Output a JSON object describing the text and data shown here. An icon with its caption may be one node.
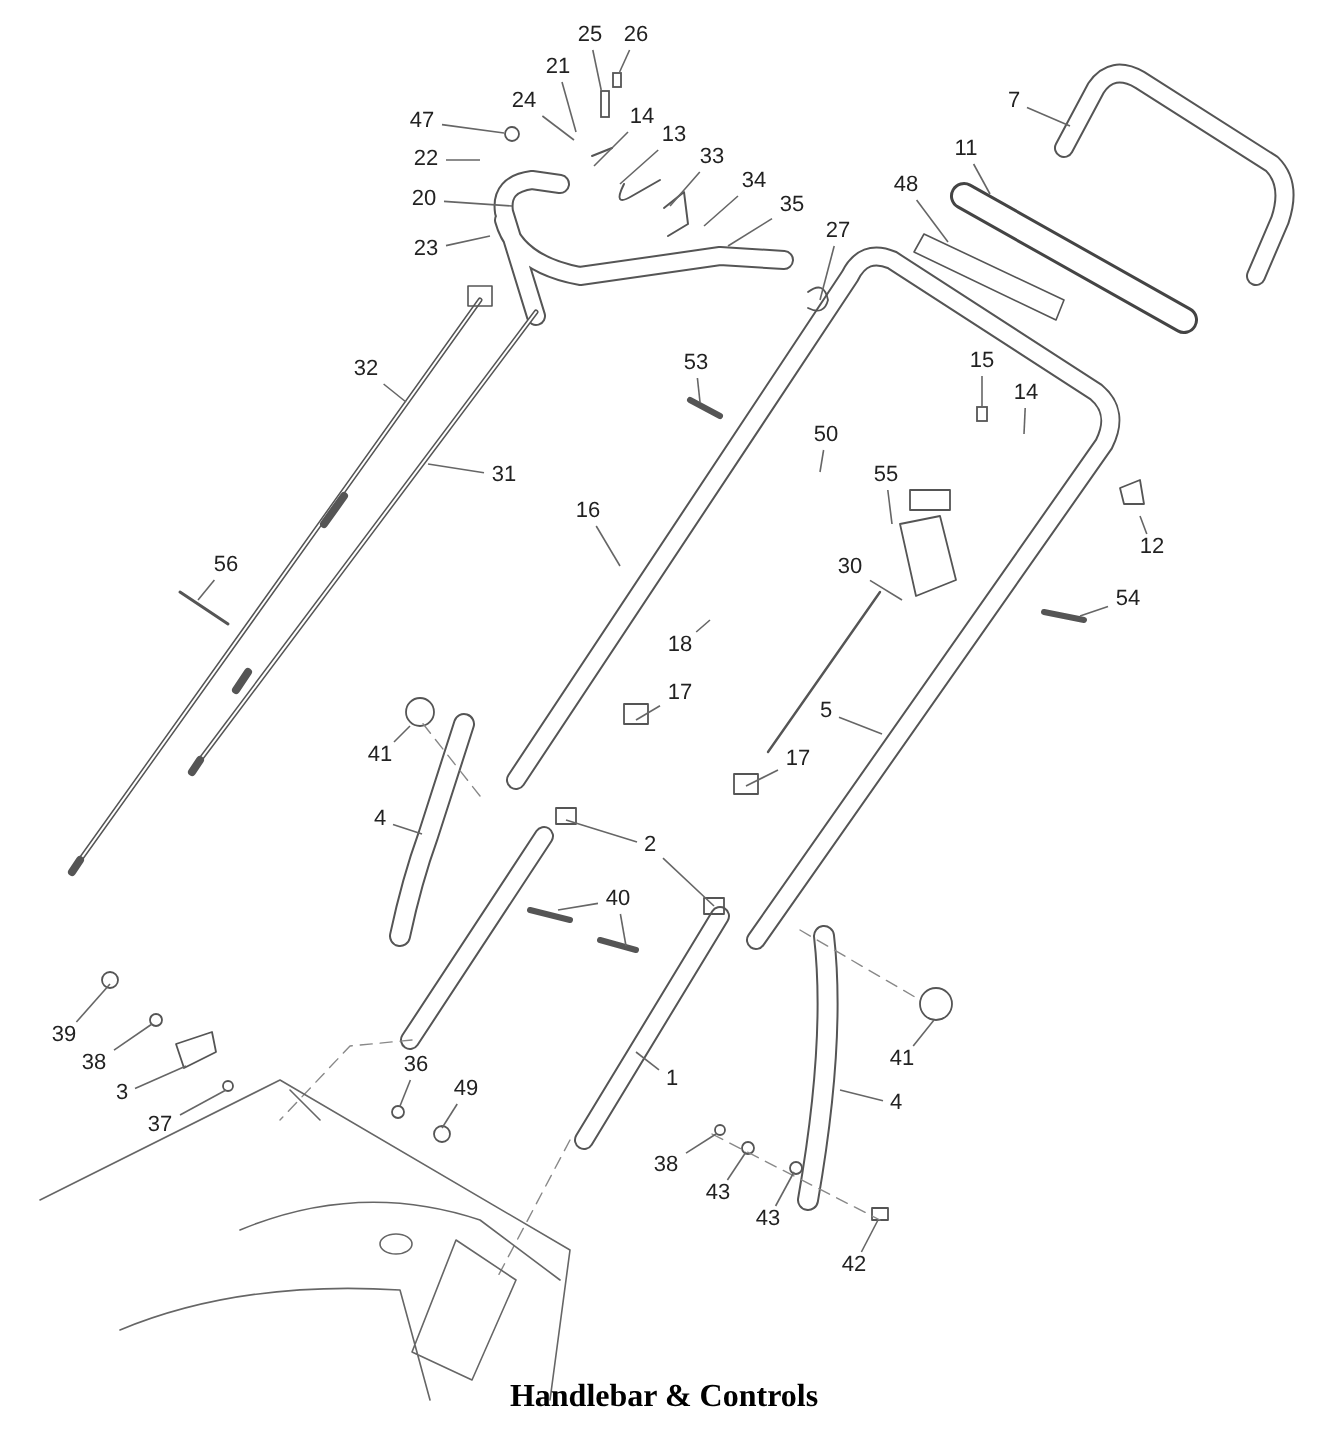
{
  "diagram": {
    "caption": "Handlebar & Controls",
    "nodes": [
      {
        "text": [
          "25"
        ]
      },
      {
        "text": [
          "26"
        ]
      },
      {
        "text": [
          "21"
        ]
      },
      {
        "text": [
          "24"
        ]
      },
      {
        "text": [
          "47"
        ]
      },
      {
        "text": [
          "14"
        ]
      },
      {
        "text": [
          "22"
        ]
      },
      {
        "text": [
          "13"
        ]
      },
      {
        "text": [
          "33"
        ]
      },
      {
        "text": [
          "20"
        ]
      },
      {
        "text": [
          "34"
        ]
      },
      {
        "text": [
          "35"
        ]
      },
      {
        "text": [
          "23"
        ]
      },
      {
        "text": [
          "27"
        ]
      },
      {
        "text": [
          "7"
        ]
      },
      {
        "text": [
          "11"
        ]
      },
      {
        "text": [
          "48"
        ]
      },
      {
        "text": [
          "53"
        ]
      },
      {
        "text": [
          "50"
        ]
      },
      {
        "text": [
          "15"
        ]
      },
      {
        "text": [
          "14"
        ]
      },
      {
        "text": [
          "12"
        ]
      },
      {
        "text": [
          "55"
        ]
      },
      {
        "text": [
          "30"
        ]
      },
      {
        "text": [
          "54"
        ]
      },
      {
        "text": [
          "32"
        ]
      },
      {
        "text": [
          "31"
        ]
      },
      {
        "text": [
          "16"
        ]
      },
      {
        "text": [
          "56"
        ]
      },
      {
        "text": [
          "18"
        ]
      },
      {
        "text": [
          "17"
        ]
      },
      {
        "text": [
          "5"
        ]
      },
      {
        "text": [
          "41"
        ]
      },
      {
        "text": [
          "17"
        ]
      },
      {
        "text": [
          "4"
        ]
      },
      {
        "text": [
          "2"
        ]
      },
      {
        "text": [
          "40"
        ]
      },
      {
        "text": [
          "1"
        ]
      },
      {
        "text": [
          "41"
        ]
      },
      {
        "text": [
          "4"
        ]
      },
      {
        "text": [
          "38"
        ]
      },
      {
        "text": [
          "43"
        ]
      },
      {
        "text": [
          "43"
        ]
      },
      {
        "text": [
          "42"
        ]
      },
      {
        "text": [
          "39"
        ]
      },
      {
        "text": [
          "38"
        ]
      },
      {
        "text": [
          "3"
        ]
      },
      {
        "text": [
          "37"
        ]
      },
      {
        "text": [
          "36"
        ]
      },
      {
        "text": [
          "49"
        ]
      },
      {
        "text": [],
        "shape": "box"
      },
      {
        "text": [],
        "shape": "box"
      },
      {
        "text": [],
        "shape": "circle"
      },
      {
        "text": [],
        "shape": "box"
      }
    ],
    "edges": [
      {
        "from": 0,
        "to": 50,
        "arrow": "none"
      },
      {
        "from": 1,
        "to": 51,
        "arrow": "none"
      },
      {
        "from": 2,
        "to": null,
        "arrow": "none"
      },
      {
        "from": 3,
        "to": null,
        "arrow": "none"
      },
      {
        "from": 4,
        "to": 52,
        "arrow": "none"
      },
      {
        "from": 5,
        "to": null,
        "arrow": "none"
      },
      {
        "from": 6,
        "to": null,
        "arrow": "none"
      },
      {
        "from": 7,
        "to": null,
        "arrow": "none"
      },
      {
        "from": 8,
        "to": null,
        "arrow": "none"
      },
      {
        "from": 9,
        "to": null,
        "arrow": "none"
      },
      {
        "from": 10,
        "to": null,
        "arrow": "none"
      },
      {
        "from": 11,
        "to": null,
        "arrow": "none"
      },
      {
        "from": 12,
        "to": null,
        "arrow": "none"
      },
      {
        "from": 13,
        "to": null,
        "arrow": "none"
      },
      {
        "from": 14,
        "to": null,
        "arrow": "none"
      },
      {
        "from": 15,
        "to": null,
        "arrow": "none"
      },
      {
        "from": 16,
        "to": null,
        "arrow": "none"
      },
      {
        "from": 17,
        "to": null,
        "arrow": "none"
      },
      {
        "from": 18,
        "to": null,
        "arrow": "none"
      },
      {
        "from": 19,
        "to": 53,
        "arrow": "none"
      },
      {
        "from": 20,
        "to": null,
        "arrow": "none"
      },
      {
        "from": 21,
        "to": null,
        "arrow": "none"
      },
      {
        "from": 22,
        "to": null,
        "arrow": "none"
      },
      {
        "from": 23,
        "to": null,
        "arrow": "none"
      },
      {
        "from": 24,
        "to": null,
        "arrow": "none"
      },
      {
        "from": 25,
        "to": null,
        "arrow": "none"
      },
      {
        "from": 26,
        "to": null,
        "arrow": "none"
      },
      {
        "from": 27,
        "to": null,
        "arrow": "none"
      },
      {
        "from": 28,
        "to": null,
        "arrow": "none"
      },
      {
        "from": 29,
        "to": null,
        "arrow": "none"
      },
      {
        "from": 30,
        "to": null,
        "arrow": "none"
      },
      {
        "from": 31,
        "to": null,
        "arrow": "none"
      },
      {
        "from": 32,
        "to": null,
        "arrow": "none"
      },
      {
        "from": 33,
        "to": null,
        "arrow": "none"
      },
      {
        "from": 34,
        "to": null,
        "arrow": "none"
      },
      {
        "from": 35,
        "to": null,
        "arrow": "none"
      },
      {
        "from": 35,
        "to": null,
        "arrow": "none"
      },
      {
        "from": 36,
        "to": null,
        "arrow": "none"
      },
      {
        "from": 36,
        "to": null,
        "arrow": "none"
      },
      {
        "from": 37,
        "to": null,
        "arrow": "none"
      },
      {
        "from": 38,
        "to": null,
        "arrow": "none"
      },
      {
        "from": 39,
        "to": null,
        "arrow": "none"
      },
      {
        "from": 40,
        "to": null,
        "arrow": "none"
      },
      {
        "from": 41,
        "to": null,
        "arrow": "none"
      },
      {
        "from": 42,
        "to": null,
        "arrow": "none"
      },
      {
        "from": 43,
        "to": null,
        "arrow": "none"
      },
      {
        "from": 44,
        "to": null,
        "arrow": "none"
      },
      {
        "from": 45,
        "to": null,
        "arrow": "none"
      },
      {
        "from": 46,
        "to": null,
        "arrow": "none"
      },
      {
        "from": 47,
        "to": null,
        "arrow": "none"
      },
      {
        "from": 48,
        "to": null,
        "arrow": "none"
      },
      {
        "from": 49,
        "to": null,
        "arrow": "none"
      }
    ]
  }
}
